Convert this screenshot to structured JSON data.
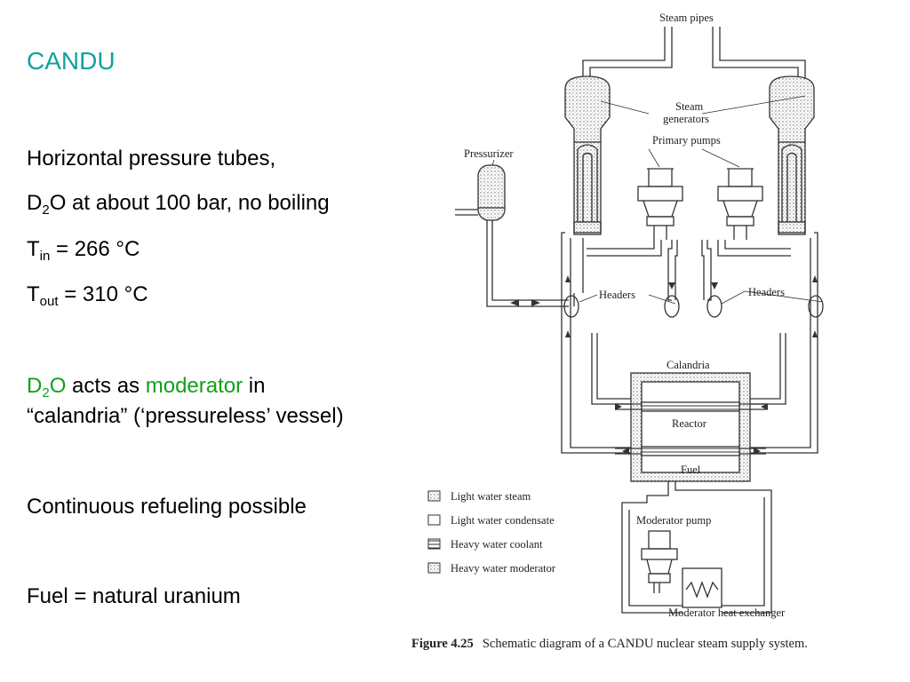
{
  "slide": {
    "title": "CANDU",
    "bullets": {
      "b1": "Horizontal pressure tubes,",
      "b2_pre": "D",
      "b2_sub": "2",
      "b2_post": "O at about 100 bar, no boiling",
      "b3_pre": "T",
      "b3_sub": "in",
      "b3_post": " = 266 °C",
      "b4_pre": "T",
      "b4_sub": "out",
      "b4_post": " = 310 °C",
      "b5_d": "D",
      "b5_sub": "2",
      "b5_o": "O",
      "b5_mid": " acts as ",
      "b5_mod": "moderator",
      "b5_in": " in",
      "b5_line2": "“calandria” (‘pressureless’ vessel)",
      "b6": "Continuous refueling possible",
      "b7": "Fuel = natural uranium"
    }
  },
  "colors": {
    "title": "#13a19d",
    "highlight": "#12a01a"
  },
  "diagram": {
    "labels": {
      "steam_pipes": "Steam pipes",
      "steam": "Steam",
      "generators": "generators",
      "primary_pumps": "Primary pumps",
      "pressurizer": "Pressurizer",
      "headers_left": "Headers",
      "headers_right": "Headers",
      "calandria": "Calandria",
      "reactor": "Reactor",
      "fuel": "Fuel",
      "moderator_pump": "Moderator pump",
      "moderator_hx": "Moderator heat exchanger"
    },
    "legend": [
      "Light water steam",
      "Light water condensate",
      "Heavy water coolant",
      "Heavy water moderator"
    ],
    "caption": {
      "figure": "Figure 4.25",
      "text": "Schematic diagram of a CANDU nuclear steam supply system."
    }
  }
}
